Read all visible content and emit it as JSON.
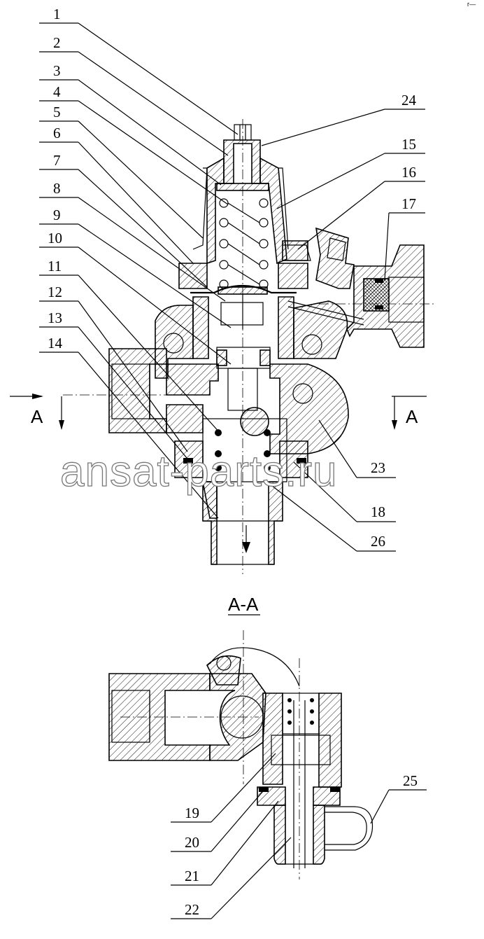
{
  "corner_mark": "г—",
  "watermark": "ansat-parts.ru",
  "section": {
    "marker_left": "A",
    "marker_right": "A",
    "view_title": "A-A"
  },
  "part_numbers": {
    "left": [
      "1",
      "2",
      "3",
      "4",
      "5",
      "6",
      "7",
      "8",
      "9",
      "10",
      "11",
      "12",
      "13",
      "14"
    ],
    "right_top": [
      "24",
      "15",
      "16",
      "17"
    ],
    "right_mid": [
      "23",
      "18",
      "26"
    ],
    "bottom_left": [
      "19",
      "20",
      "21",
      "22"
    ],
    "bottom_right": [
      "25"
    ]
  }
}
